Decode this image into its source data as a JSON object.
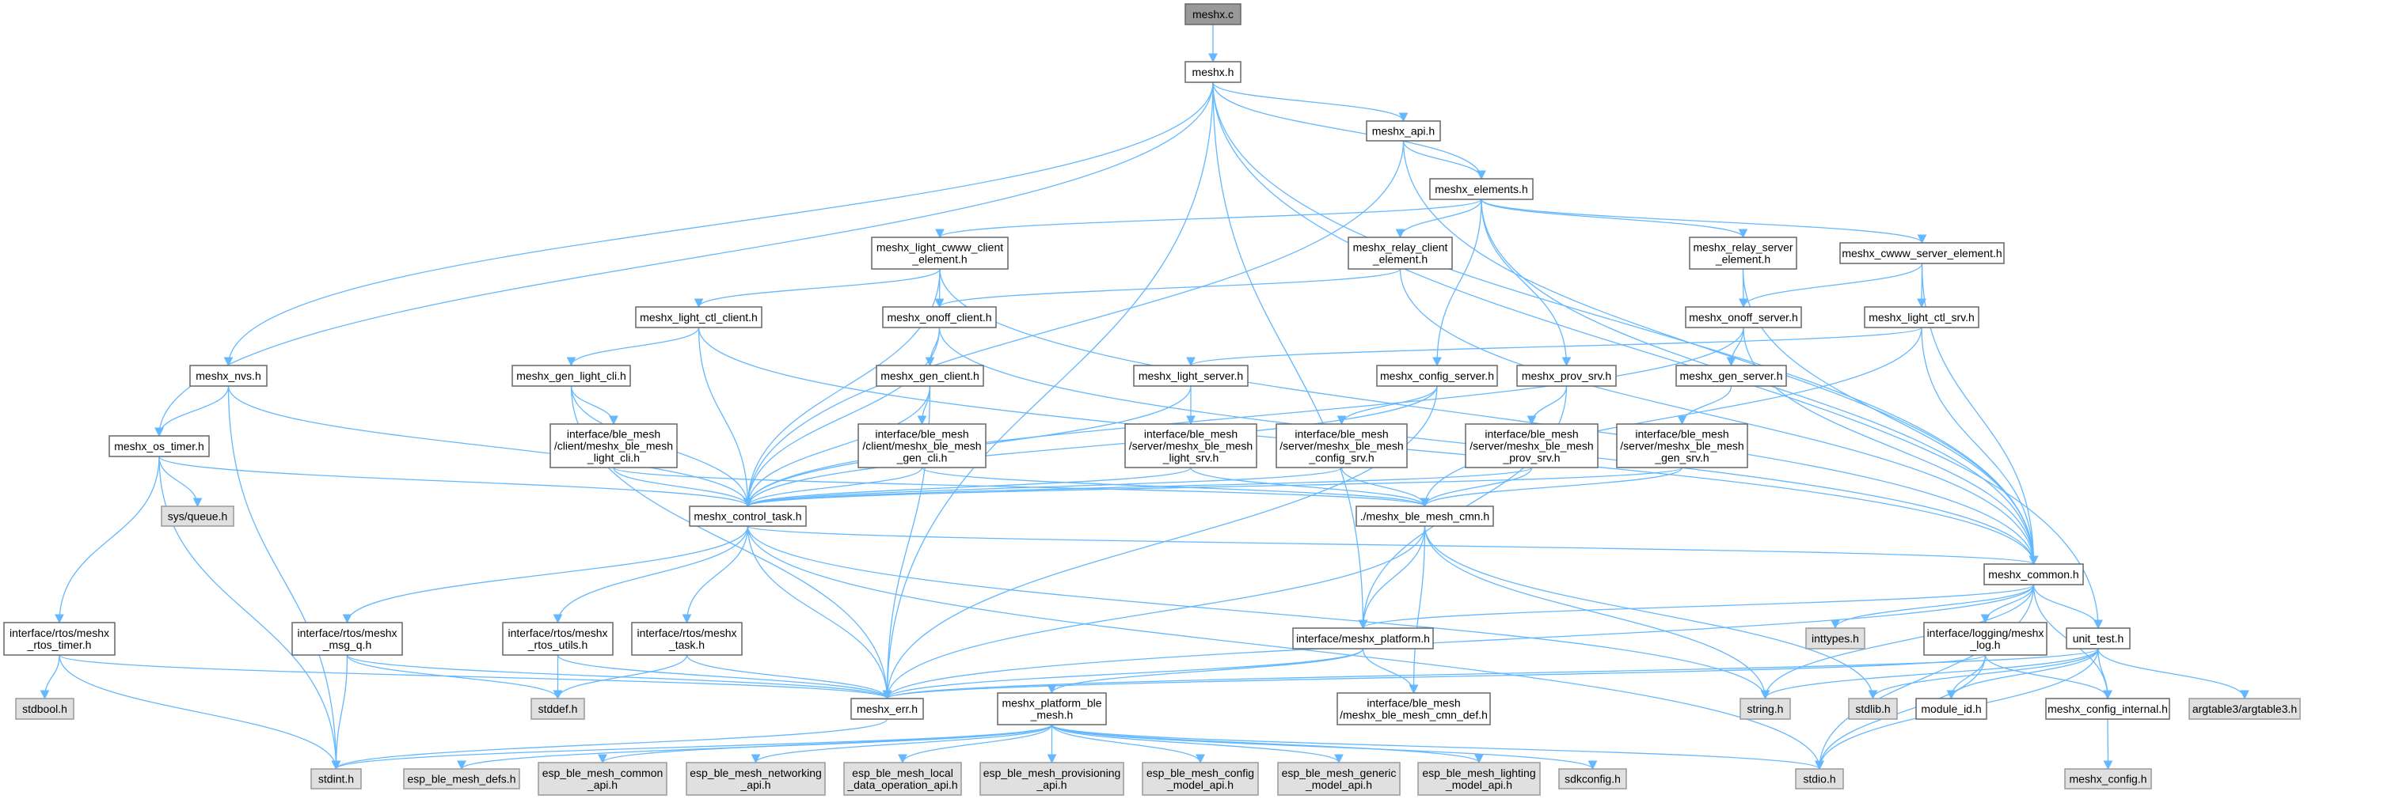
{
  "title": "meshx.c include dependency graph",
  "colors": {
    "edge": "#63b8ff",
    "node_border": "#666666",
    "external_fill": "#e0e0e0",
    "root_fill": "#999999"
  },
  "nodes": [
    {
      "id": "meshx_c",
      "lines": [
        "meshx.c"
      ],
      "kind": "root"
    },
    {
      "id": "meshx_h",
      "lines": [
        "meshx.h"
      ]
    },
    {
      "id": "api",
      "lines": [
        "meshx_api.h"
      ]
    },
    {
      "id": "elements",
      "lines": [
        "meshx_elements.h"
      ]
    },
    {
      "id": "cwww_client_el",
      "lines": [
        "meshx_light_cwww_client",
        "_element.h"
      ]
    },
    {
      "id": "relay_client_el",
      "lines": [
        "meshx_relay_client",
        "_element.h"
      ]
    },
    {
      "id": "relay_server_el",
      "lines": [
        "meshx_relay_server",
        "_element.h"
      ]
    },
    {
      "id": "cwww_server_el",
      "lines": [
        "meshx_cwww_server_element.h"
      ]
    },
    {
      "id": "light_ctl_client",
      "lines": [
        "meshx_light_ctl_client.h"
      ]
    },
    {
      "id": "onoff_client",
      "lines": [
        "meshx_onoff_client.h"
      ]
    },
    {
      "id": "onoff_server",
      "lines": [
        "meshx_onoff_server.h"
      ]
    },
    {
      "id": "light_ctl_srv",
      "lines": [
        "meshx_light_ctl_srv.h"
      ]
    },
    {
      "id": "nvs",
      "lines": [
        "meshx_nvs.h"
      ]
    },
    {
      "id": "gen_light_cli",
      "lines": [
        "meshx_gen_light_cli.h"
      ]
    },
    {
      "id": "gen_client",
      "lines": [
        "meshx_gen_client.h"
      ]
    },
    {
      "id": "light_server",
      "lines": [
        "meshx_light_server.h"
      ]
    },
    {
      "id": "config_server",
      "lines": [
        "meshx_config_server.h"
      ]
    },
    {
      "id": "prov_srv",
      "lines": [
        "meshx_prov_srv.h"
      ]
    },
    {
      "id": "gen_server",
      "lines": [
        "meshx_gen_server.h"
      ]
    },
    {
      "id": "os_timer",
      "lines": [
        "meshx_os_timer.h"
      ]
    },
    {
      "id": "sys_queue",
      "lines": [
        "sys/queue.h"
      ],
      "kind": "ext"
    },
    {
      "id": "bm_light_cli",
      "lines": [
        "interface/ble_mesh",
        "/client/meshx_ble_mesh",
        "_light_cli.h"
      ]
    },
    {
      "id": "bm_gen_cli",
      "lines": [
        "interface/ble_mesh",
        "/client/meshx_ble_mesh",
        "_gen_cli.h"
      ]
    },
    {
      "id": "bm_light_srv",
      "lines": [
        "interface/ble_mesh",
        "/server/meshx_ble_mesh",
        "_light_srv.h"
      ]
    },
    {
      "id": "bm_config_srv",
      "lines": [
        "interface/ble_mesh",
        "/server/meshx_ble_mesh",
        "_config_srv.h"
      ]
    },
    {
      "id": "bm_prov_srv",
      "lines": [
        "interface/ble_mesh",
        "/server/meshx_ble_mesh",
        "_prov_srv.h"
      ]
    },
    {
      "id": "bm_gen_srv",
      "lines": [
        "interface/ble_mesh",
        "/server/meshx_ble_mesh",
        "_gen_srv.h"
      ]
    },
    {
      "id": "control_task",
      "lines": [
        "meshx_control_task.h"
      ]
    },
    {
      "id": "ble_mesh_cmn",
      "lines": [
        "./meshx_ble_mesh_cmn.h"
      ]
    },
    {
      "id": "common",
      "lines": [
        "meshx_common.h"
      ]
    },
    {
      "id": "rtos_timer",
      "lines": [
        "interface/rtos/meshx",
        "_rtos_timer.h"
      ]
    },
    {
      "id": "msg_q",
      "lines": [
        "interface/rtos/meshx",
        "_msg_q.h"
      ]
    },
    {
      "id": "rtos_utils",
      "lines": [
        "interface/rtos/meshx",
        "_rtos_utils.h"
      ]
    },
    {
      "id": "task",
      "lines": [
        "interface/rtos/meshx",
        "_task.h"
      ]
    },
    {
      "id": "platform",
      "lines": [
        "interface/meshx_platform.h"
      ]
    },
    {
      "id": "inttypes",
      "lines": [
        "inttypes.h"
      ],
      "kind": "ext"
    },
    {
      "id": "log",
      "lines": [
        "interface/logging/meshx",
        "_log.h"
      ]
    },
    {
      "id": "unit_test",
      "lines": [
        "unit_test.h"
      ]
    },
    {
      "id": "stdbool",
      "lines": [
        "stdbool.h"
      ],
      "kind": "ext"
    },
    {
      "id": "stddef",
      "lines": [
        "stddef.h"
      ],
      "kind": "ext"
    },
    {
      "id": "meshx_err",
      "lines": [
        "meshx_err.h"
      ]
    },
    {
      "id": "platform_ble_mesh",
      "lines": [
        "meshx_platform_ble",
        "_mesh.h"
      ]
    },
    {
      "id": "cmn_def",
      "lines": [
        "interface/ble_mesh",
        "/meshx_ble_mesh_cmn_def.h"
      ]
    },
    {
      "id": "string",
      "lines": [
        "string.h"
      ],
      "kind": "ext"
    },
    {
      "id": "stdlib",
      "lines": [
        "stdlib.h"
      ],
      "kind": "ext"
    },
    {
      "id": "module_id",
      "lines": [
        "module_id.h"
      ]
    },
    {
      "id": "config_internal",
      "lines": [
        "meshx_config_internal.h"
      ]
    },
    {
      "id": "argtable3",
      "lines": [
        "argtable3/argtable3.h"
      ],
      "kind": "ext"
    },
    {
      "id": "stdint",
      "lines": [
        "stdint.h"
      ],
      "kind": "ext"
    },
    {
      "id": "esp_defs",
      "lines": [
        "esp_ble_mesh_defs.h"
      ],
      "kind": "ext"
    },
    {
      "id": "esp_common_api",
      "lines": [
        "esp_ble_mesh_common",
        "_api.h"
      ],
      "kind": "ext"
    },
    {
      "id": "esp_networking_api",
      "lines": [
        "esp_ble_mesh_networking",
        "_api.h"
      ],
      "kind": "ext"
    },
    {
      "id": "esp_local_data",
      "lines": [
        "esp_ble_mesh_local",
        "_data_operation_api.h"
      ],
      "kind": "ext"
    },
    {
      "id": "esp_provisioning",
      "lines": [
        "esp_ble_mesh_provisioning",
        "_api.h"
      ],
      "kind": "ext"
    },
    {
      "id": "esp_config_model",
      "lines": [
        "esp_ble_mesh_config",
        "_model_api.h"
      ],
      "kind": "ext"
    },
    {
      "id": "esp_generic_model",
      "lines": [
        "esp_ble_mesh_generic",
        "_model_api.h"
      ],
      "kind": "ext"
    },
    {
      "id": "esp_lighting_model",
      "lines": [
        "esp_ble_mesh_lighting",
        "_model_api.h"
      ],
      "kind": "ext"
    },
    {
      "id": "sdkconfig",
      "lines": [
        "sdkconfig.h"
      ],
      "kind": "ext"
    },
    {
      "id": "stdio",
      "lines": [
        "stdio.h"
      ],
      "kind": "ext"
    },
    {
      "id": "meshx_config",
      "lines": [
        "meshx_config.h"
      ],
      "kind": "ext"
    }
  ],
  "edges": [
    [
      "meshx_c",
      "meshx_h"
    ],
    [
      "meshx_h",
      "nvs"
    ],
    [
      "meshx_h",
      "os_timer"
    ],
    [
      "meshx_h",
      "meshx_err"
    ],
    [
      "meshx_h",
      "platform"
    ],
    [
      "meshx_h",
      "api"
    ],
    [
      "meshx_h",
      "elements"
    ],
    [
      "meshx_h",
      "common"
    ],
    [
      "meshx_h",
      "unit_test"
    ],
    [
      "api",
      "elements"
    ],
    [
      "api",
      "control_task"
    ],
    [
      "api",
      "common"
    ],
    [
      "elements",
      "cwww_client_el"
    ],
    [
      "elements",
      "relay_client_el"
    ],
    [
      "elements",
      "config_server"
    ],
    [
      "elements",
      "prov_srv"
    ],
    [
      "elements",
      "relay_server_el"
    ],
    [
      "elements",
      "cwww_server_el"
    ],
    [
      "elements",
      "common"
    ],
    [
      "cwww_client_el",
      "onoff_client"
    ],
    [
      "cwww_client_el",
      "light_ctl_client"
    ],
    [
      "cwww_client_el",
      "control_task"
    ],
    [
      "cwww_client_el",
      "common"
    ],
    [
      "relay_client_el",
      "onoff_client"
    ],
    [
      "relay_client_el",
      "common"
    ],
    [
      "relay_server_el",
      "onoff_server"
    ],
    [
      "relay_server_el",
      "common"
    ],
    [
      "cwww_server_el",
      "onoff_server"
    ],
    [
      "cwww_server_el",
      "light_ctl_srv"
    ],
    [
      "cwww_server_el",
      "common"
    ],
    [
      "light_ctl_client",
      "gen_light_cli"
    ],
    [
      "light_ctl_client",
      "control_task"
    ],
    [
      "light_ctl_client",
      "common"
    ],
    [
      "onoff_client",
      "gen_client"
    ],
    [
      "onoff_client",
      "control_task"
    ],
    [
      "onoff_client",
      "common"
    ],
    [
      "onoff_server",
      "gen_server"
    ],
    [
      "onoff_server",
      "control_task"
    ],
    [
      "onoff_server",
      "common"
    ],
    [
      "light_ctl_srv",
      "light_server"
    ],
    [
      "light_ctl_srv",
      "common"
    ],
    [
      "light_ctl_srv",
      "ble_mesh_cmn"
    ],
    [
      "nvs",
      "os_timer"
    ],
    [
      "nvs",
      "control_task"
    ],
    [
      "nvs",
      "stdint"
    ],
    [
      "gen_light_cli",
      "bm_light_cli"
    ],
    [
      "gen_light_cli",
      "control_task"
    ],
    [
      "gen_light_cli",
      "meshx_err"
    ],
    [
      "gen_client",
      "bm_gen_cli"
    ],
    [
      "gen_client",
      "control_task"
    ],
    [
      "gen_client",
      "meshx_err"
    ],
    [
      "light_server",
      "bm_light_srv"
    ],
    [
      "light_server",
      "control_task"
    ],
    [
      "config_server",
      "bm_config_srv"
    ],
    [
      "config_server",
      "control_task"
    ],
    [
      "config_server",
      "meshx_err"
    ],
    [
      "prov_srv",
      "bm_prov_srv"
    ],
    [
      "prov_srv",
      "platform"
    ],
    [
      "gen_server",
      "bm_gen_srv"
    ],
    [
      "bm_light_cli",
      "control_task"
    ],
    [
      "bm_light_cli",
      "ble_mesh_cmn"
    ],
    [
      "bm_gen_cli",
      "control_task"
    ],
    [
      "bm_gen_cli",
      "ble_mesh_cmn"
    ],
    [
      "bm_light_srv",
      "control_task"
    ],
    [
      "bm_light_srv",
      "ble_mesh_cmn"
    ],
    [
      "bm_config_srv",
      "control_task"
    ],
    [
      "bm_config_srv",
      "ble_mesh_cmn"
    ],
    [
      "bm_prov_srv",
      "control_task"
    ],
    [
      "bm_prov_srv",
      "ble_mesh_cmn"
    ],
    [
      "bm_gen_srv",
      "control_task"
    ],
    [
      "bm_gen_srv",
      "ble_mesh_cmn"
    ],
    [
      "os_timer",
      "sys_queue"
    ],
    [
      "os_timer",
      "rtos_timer"
    ],
    [
      "os_timer",
      "stdint"
    ],
    [
      "os_timer",
      "control_task"
    ],
    [
      "control_task",
      "msg_q"
    ],
    [
      "control_task",
      "rtos_utils"
    ],
    [
      "control_task",
      "task"
    ],
    [
      "control_task",
      "common"
    ],
    [
      "control_task",
      "string"
    ],
    [
      "control_task",
      "stdio"
    ],
    [
      "control_task",
      "meshx_err"
    ],
    [
      "rtos_timer",
      "stdbool"
    ],
    [
      "rtos_timer",
      "stdint"
    ],
    [
      "rtos_timer",
      "meshx_err"
    ],
    [
      "msg_q",
      "stdint"
    ],
    [
      "msg_q",
      "stddef"
    ],
    [
      "msg_q",
      "meshx_err"
    ],
    [
      "rtos_utils",
      "stddef"
    ],
    [
      "rtos_utils",
      "meshx_err"
    ],
    [
      "task",
      "stddef"
    ],
    [
      "task",
      "meshx_err"
    ],
    [
      "ble_mesh_cmn",
      "platform"
    ],
    [
      "ble_mesh_cmn",
      "cmn_def"
    ],
    [
      "ble_mesh_cmn",
      "meshx_err"
    ],
    [
      "ble_mesh_cmn",
      "string"
    ],
    [
      "ble_mesh_cmn",
      "stdlib"
    ],
    [
      "common",
      "platform"
    ],
    [
      "common",
      "meshx_err"
    ],
    [
      "common",
      "inttypes"
    ],
    [
      "common",
      "log"
    ],
    [
      "common",
      "unit_test"
    ],
    [
      "common",
      "config_internal"
    ],
    [
      "common",
      "string"
    ],
    [
      "common",
      "stdio"
    ],
    [
      "platform",
      "platform_ble_mesh"
    ],
    [
      "platform",
      "cmn_def"
    ],
    [
      "platform",
      "meshx_err"
    ],
    [
      "platform_ble_mesh",
      "stdint"
    ],
    [
      "platform_ble_mesh",
      "esp_defs"
    ],
    [
      "platform_ble_mesh",
      "esp_common_api"
    ],
    [
      "platform_ble_mesh",
      "esp_networking_api"
    ],
    [
      "platform_ble_mesh",
      "esp_local_data"
    ],
    [
      "platform_ble_mesh",
      "esp_provisioning"
    ],
    [
      "platform_ble_mesh",
      "esp_config_model"
    ],
    [
      "platform_ble_mesh",
      "esp_generic_model"
    ],
    [
      "platform_ble_mesh",
      "esp_lighting_model"
    ],
    [
      "platform_ble_mesh",
      "sdkconfig"
    ],
    [
      "platform_ble_mesh",
      "stdio"
    ],
    [
      "meshx_err",
      "stdint"
    ],
    [
      "log",
      "meshx_err"
    ],
    [
      "log",
      "module_id"
    ],
    [
      "log",
      "config_internal"
    ],
    [
      "log",
      "stdio"
    ],
    [
      "unit_test",
      "meshx_err"
    ],
    [
      "unit_test",
      "string"
    ],
    [
      "unit_test",
      "stdlib"
    ],
    [
      "unit_test",
      "module_id"
    ],
    [
      "unit_test",
      "config_internal"
    ],
    [
      "unit_test",
      "argtable3"
    ],
    [
      "unit_test",
      "stdio"
    ],
    [
      "config_internal",
      "meshx_config"
    ]
  ]
}
